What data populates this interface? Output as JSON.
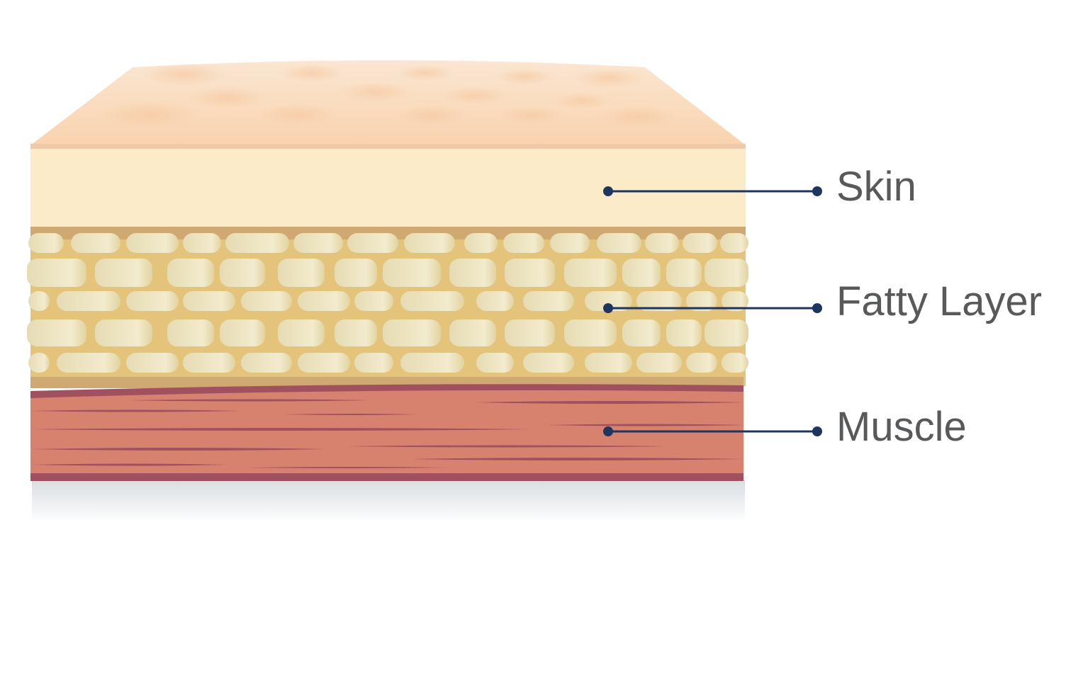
{
  "labels": [
    {
      "id": "skin",
      "text": "Skin"
    },
    {
      "id": "fatty-layer",
      "text": "Fatty Layer"
    },
    {
      "id": "muscle",
      "text": "Muscle"
    }
  ],
  "colors": {
    "skin_top": "#f9d8b4",
    "skin_front": "#fcebc9",
    "fat": "#e3c47a",
    "fat_band": "#cfa872",
    "fat_cell": "#efe4c0",
    "muscle": "#d6826f",
    "muscle_stripe": "#a0505e",
    "leader": "#1e3560",
    "label_text": "#58595b"
  }
}
